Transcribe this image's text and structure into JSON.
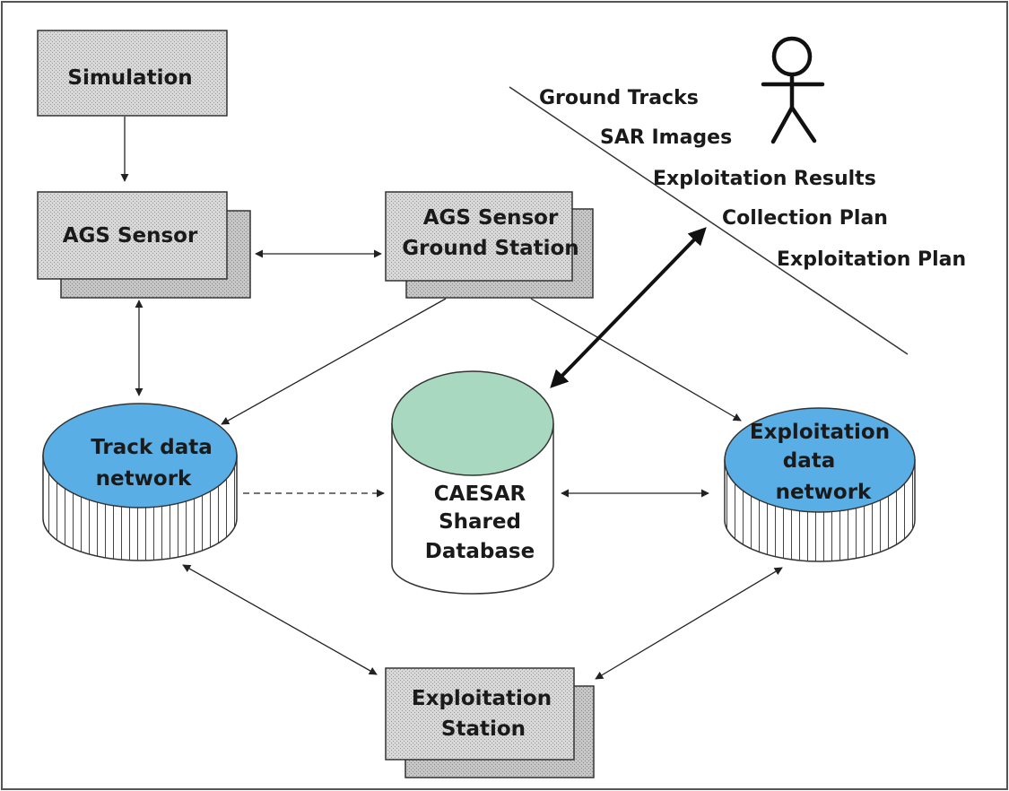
{
  "nodes": {
    "simulation": {
      "label": "Simulation"
    },
    "ags_sensor": {
      "label": "AGS Sensor"
    },
    "ground_station": {
      "lines": [
        "AGS Sensor",
        "Ground Station"
      ]
    },
    "track_network": {
      "lines": [
        "Track data",
        "network"
      ]
    },
    "caesar_db": {
      "lines": [
        "CAESAR",
        "Shared",
        "Database"
      ]
    },
    "exploit_network": {
      "lines": [
        "Exploitation",
        "data",
        "network"
      ]
    },
    "exploit_station": {
      "lines": [
        "Exploitation",
        "Station"
      ]
    }
  },
  "user_products": [
    "Ground Tracks",
    "SAR Images",
    "Exploitation Results",
    "Collection Plan",
    "Exploitation Plan"
  ],
  "colors": {
    "box_fill": "#d9d9d9",
    "box_shadow": "#c4c4c4",
    "network_top": "#5aaee6",
    "database_top": "#a8d8c0",
    "stroke": "#333333"
  }
}
